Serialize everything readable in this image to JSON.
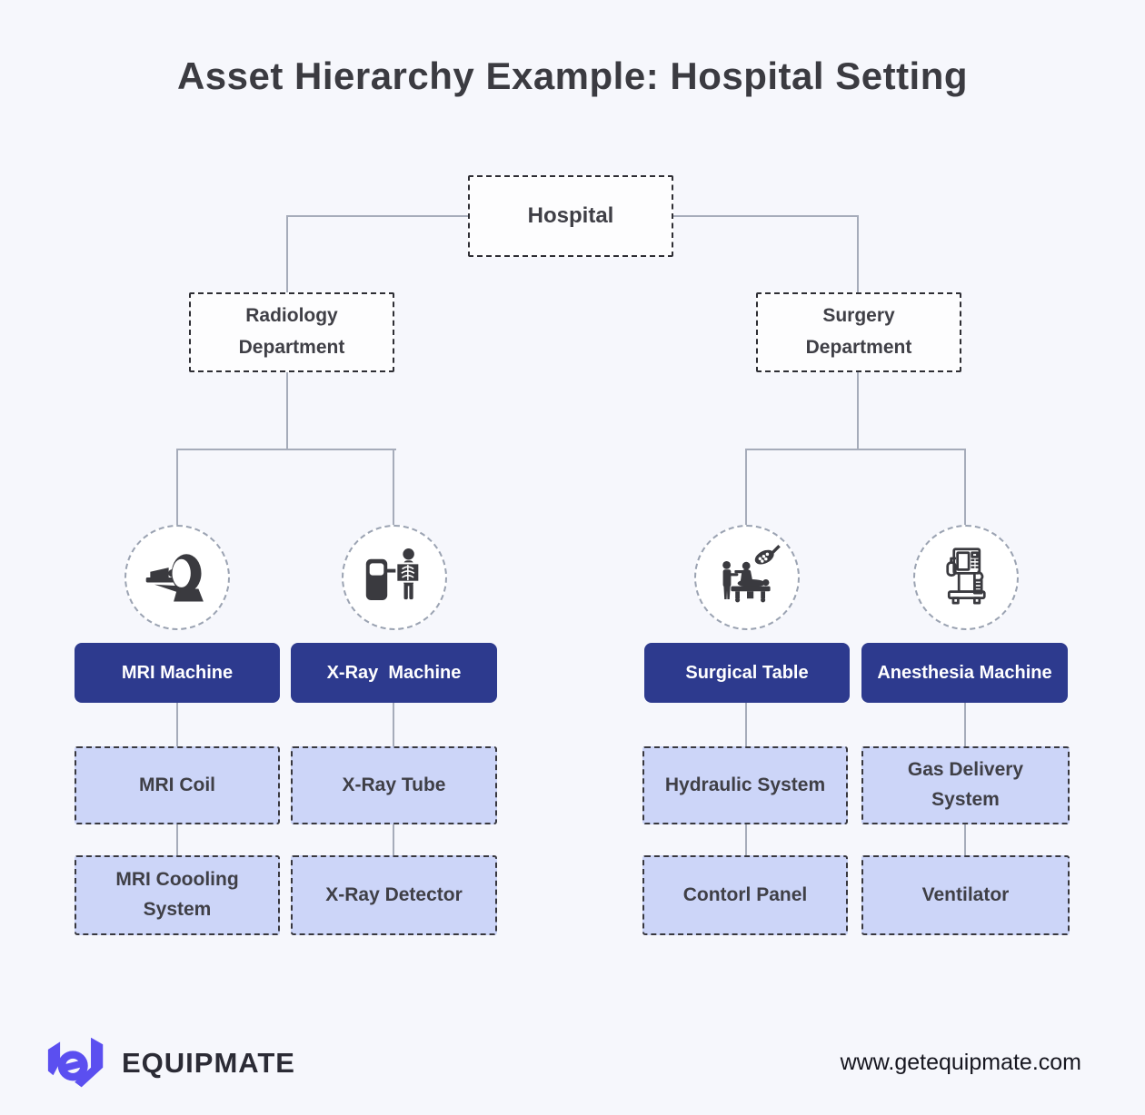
{
  "title": "Asset Hierarchy Example: Hospital Setting",
  "tree": {
    "root_label": "Hospital",
    "departments": [
      {
        "line1": "Radiology",
        "line2": "Department"
      },
      {
        "line1": "Surgery",
        "line2": "Department"
      }
    ],
    "assets": [
      {
        "icon": "mri-scanner-icon",
        "name": "MRI Machine",
        "children": [
          "MRI Coil",
          "MRI Coooling System"
        ]
      },
      {
        "icon": "xray-machine-icon",
        "name": "X-Ray  Machine",
        "children": [
          "X-Ray Tube",
          "X-Ray Detector"
        ]
      },
      {
        "icon": "surgical-table-icon",
        "name": "Surgical Table",
        "children": [
          "Hydraulic System",
          "Contorl Panel"
        ]
      },
      {
        "icon": "anesthesia-machine-icon",
        "name": "Anesthesia Machine",
        "children": [
          "Gas Delivery System",
          "Ventilator"
        ]
      }
    ]
  },
  "footer": {
    "brand": "EQUIPMATE",
    "website": "www.getequipmate.com"
  },
  "colors": {
    "background": "#f6f7fc",
    "asset_box": "#2d3a8e",
    "sub_box": "#ccd5f8",
    "connector": "#a6acba",
    "logo_purple": "#5b4ff0",
    "text_dark": "#3f3f46"
  }
}
